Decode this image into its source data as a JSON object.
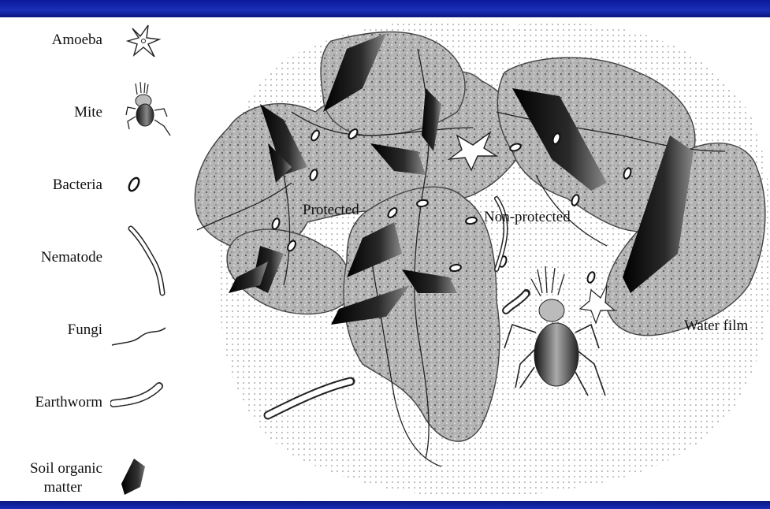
{
  "legend": {
    "amoeba": "Amoeba",
    "mite": "Mite",
    "bacteria": "Bacteria",
    "nematode": "Nematode",
    "fungi": "Fungi",
    "earthworm": "Earthworm",
    "som_line1": "Soil organic",
    "som_line2": "matter"
  },
  "labels": {
    "protected": "Protected",
    "non_protected": "Non-protected",
    "water_film": "Water film"
  },
  "colors": {
    "header_bar": "#0b1a9a",
    "aggregate": "#a9a9a9",
    "organic_matter": "#1f1f1f"
  }
}
